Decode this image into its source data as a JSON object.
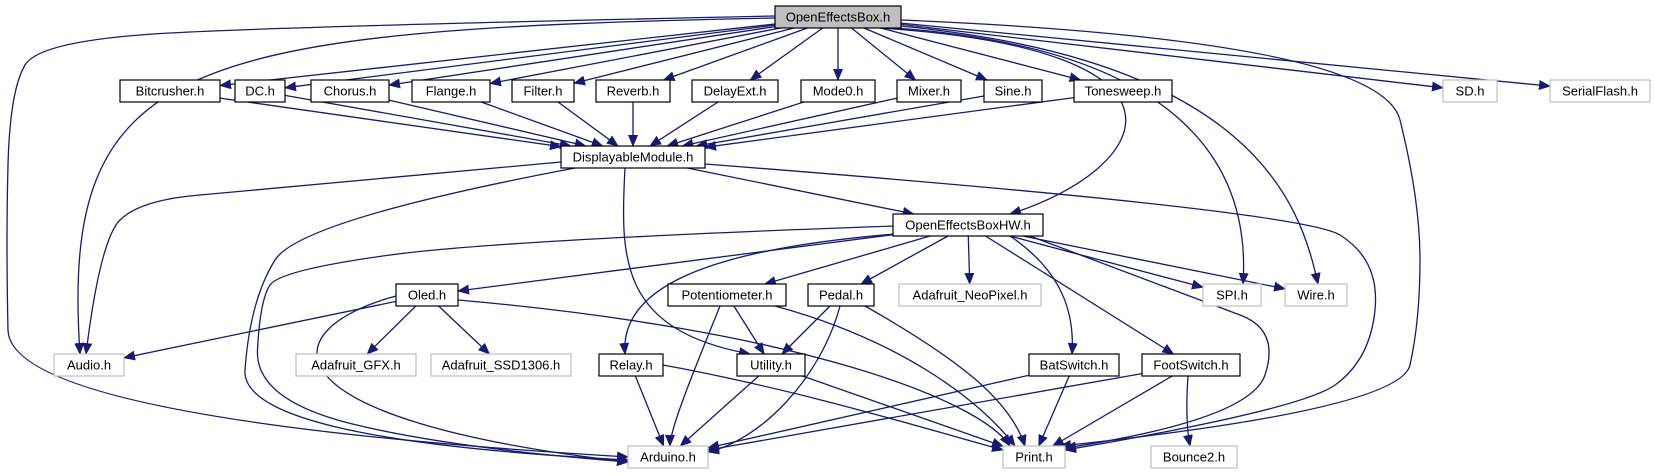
{
  "colors": {
    "edge": "#191970",
    "node_border_local": "#000000",
    "node_border_external": "#bfbfbf",
    "node_fill_root": "#bfbfbf",
    "node_fill": "#ffffff"
  },
  "nodes": [
    {
      "id": "OpenEffectsBox.h",
      "label": "OpenEffectsBox.h",
      "kind": "root"
    },
    {
      "id": "Bitcrusher.h",
      "label": "Bitcrusher.h",
      "kind": "local"
    },
    {
      "id": "DC.h",
      "label": "DC.h",
      "kind": "local"
    },
    {
      "id": "Chorus.h",
      "label": "Chorus.h",
      "kind": "local"
    },
    {
      "id": "Flange.h",
      "label": "Flange.h",
      "kind": "local"
    },
    {
      "id": "Filter.h",
      "label": "Filter.h",
      "kind": "local"
    },
    {
      "id": "Reverb.h",
      "label": "Reverb.h",
      "kind": "local"
    },
    {
      "id": "DelayExt.h",
      "label": "DelayExt.h",
      "kind": "local"
    },
    {
      "id": "Mode0.h",
      "label": "Mode0.h",
      "kind": "local"
    },
    {
      "id": "Mixer.h",
      "label": "Mixer.h",
      "kind": "local"
    },
    {
      "id": "Sine.h",
      "label": "Sine.h",
      "kind": "local"
    },
    {
      "id": "Tonesweep.h",
      "label": "Tonesweep.h",
      "kind": "local"
    },
    {
      "id": "SD.h",
      "label": "SD.h",
      "kind": "external"
    },
    {
      "id": "SerialFlash.h",
      "label": "SerialFlash.h",
      "kind": "external"
    },
    {
      "id": "DisplayableModule.h",
      "label": "DisplayableModule.h",
      "kind": "local"
    },
    {
      "id": "OpenEffectsBoxHW.h",
      "label": "OpenEffectsBoxHW.h",
      "kind": "local"
    },
    {
      "id": "Oled.h",
      "label": "Oled.h",
      "kind": "local"
    },
    {
      "id": "Potentiometer.h",
      "label": "Potentiometer.h",
      "kind": "local"
    },
    {
      "id": "Pedal.h",
      "label": "Pedal.h",
      "kind": "local"
    },
    {
      "id": "Adafruit_NeoPixel.h",
      "label": "Adafruit_NeoPixel.h",
      "kind": "external"
    },
    {
      "id": "SPI.h",
      "label": "SPI.h",
      "kind": "external"
    },
    {
      "id": "Wire.h",
      "label": "Wire.h",
      "kind": "external"
    },
    {
      "id": "Audio.h",
      "label": "Audio.h",
      "kind": "external"
    },
    {
      "id": "Adafruit_GFX.h",
      "label": "Adafruit_GFX.h",
      "kind": "external"
    },
    {
      "id": "Adafruit_SSD1306.h",
      "label": "Adafruit_SSD1306.h",
      "kind": "external"
    },
    {
      "id": "Relay.h",
      "label": "Relay.h",
      "kind": "local"
    },
    {
      "id": "Utility.h",
      "label": "Utility.h",
      "kind": "local"
    },
    {
      "id": "BatSwitch.h",
      "label": "BatSwitch.h",
      "kind": "local"
    },
    {
      "id": "FootSwitch.h",
      "label": "FootSwitch.h",
      "kind": "local"
    },
    {
      "id": "Arduino.h",
      "label": "Arduino.h",
      "kind": "external"
    },
    {
      "id": "Print.h",
      "label": "Print.h",
      "kind": "external"
    },
    {
      "id": "Bounce2.h",
      "label": "Bounce2.h",
      "kind": "external"
    }
  ],
  "edges": [
    [
      "OpenEffectsBox.h",
      "Bitcrusher.h"
    ],
    [
      "OpenEffectsBox.h",
      "DC.h"
    ],
    [
      "OpenEffectsBox.h",
      "Chorus.h"
    ],
    [
      "OpenEffectsBox.h",
      "Flange.h"
    ],
    [
      "OpenEffectsBox.h",
      "Filter.h"
    ],
    [
      "OpenEffectsBox.h",
      "Reverb.h"
    ],
    [
      "OpenEffectsBox.h",
      "DelayExt.h"
    ],
    [
      "OpenEffectsBox.h",
      "Mode0.h"
    ],
    [
      "OpenEffectsBox.h",
      "Mixer.h"
    ],
    [
      "OpenEffectsBox.h",
      "Sine.h"
    ],
    [
      "OpenEffectsBox.h",
      "Tonesweep.h"
    ],
    [
      "OpenEffectsBox.h",
      "SD.h"
    ],
    [
      "OpenEffectsBox.h",
      "SerialFlash.h"
    ],
    [
      "OpenEffectsBox.h",
      "Audio.h"
    ],
    [
      "OpenEffectsBox.h",
      "Arduino.h"
    ],
    [
      "OpenEffectsBox.h",
      "OpenEffectsBoxHW.h"
    ],
    [
      "OpenEffectsBox.h",
      "SPI.h"
    ],
    [
      "OpenEffectsBox.h",
      "Wire.h"
    ],
    [
      "OpenEffectsBox.h",
      "Print.h"
    ],
    [
      "Bitcrusher.h",
      "DisplayableModule.h"
    ],
    [
      "DC.h",
      "DisplayableModule.h"
    ],
    [
      "Chorus.h",
      "DisplayableModule.h"
    ],
    [
      "Flange.h",
      "DisplayableModule.h"
    ],
    [
      "Filter.h",
      "DisplayableModule.h"
    ],
    [
      "Reverb.h",
      "DisplayableModule.h"
    ],
    [
      "DelayExt.h",
      "DisplayableModule.h"
    ],
    [
      "Mode0.h",
      "DisplayableModule.h"
    ],
    [
      "Mixer.h",
      "DisplayableModule.h"
    ],
    [
      "Sine.h",
      "DisplayableModule.h"
    ],
    [
      "Tonesweep.h",
      "DisplayableModule.h"
    ],
    [
      "DisplayableModule.h",
      "Audio.h"
    ],
    [
      "DisplayableModule.h",
      "Arduino.h"
    ],
    [
      "DisplayableModule.h",
      "Utility.h"
    ],
    [
      "DisplayableModule.h",
      "OpenEffectsBoxHW.h"
    ],
    [
      "DisplayableModule.h",
      "Print.h"
    ],
    [
      "OpenEffectsBoxHW.h",
      "Arduino.h"
    ],
    [
      "OpenEffectsBoxHW.h",
      "Oled.h"
    ],
    [
      "OpenEffectsBoxHW.h",
      "Relay.h"
    ],
    [
      "OpenEffectsBoxHW.h",
      "Potentiometer.h"
    ],
    [
      "OpenEffectsBoxHW.h",
      "Pedal.h"
    ],
    [
      "OpenEffectsBoxHW.h",
      "Adafruit_NeoPixel.h"
    ],
    [
      "OpenEffectsBoxHW.h",
      "BatSwitch.h"
    ],
    [
      "OpenEffectsBoxHW.h",
      "FootSwitch.h"
    ],
    [
      "OpenEffectsBoxHW.h",
      "SPI.h"
    ],
    [
      "OpenEffectsBoxHW.h",
      "Wire.h"
    ],
    [
      "OpenEffectsBoxHW.h",
      "Print.h"
    ],
    [
      "Oled.h",
      "Audio.h"
    ],
    [
      "Oled.h",
      "Adafruit_GFX.h"
    ],
    [
      "Oled.h",
      "Adafruit_SSD1306.h"
    ],
    [
      "Oled.h",
      "Arduino.h"
    ],
    [
      "Oled.h",
      "Print.h"
    ],
    [
      "Potentiometer.h",
      "Utility.h"
    ],
    [
      "Potentiometer.h",
      "Arduino.h"
    ],
    [
      "Potentiometer.h",
      "Print.h"
    ],
    [
      "Pedal.h",
      "Utility.h"
    ],
    [
      "Pedal.h",
      "Arduino.h"
    ],
    [
      "Pedal.h",
      "Print.h"
    ],
    [
      "Relay.h",
      "Arduino.h"
    ],
    [
      "Relay.h",
      "Print.h"
    ],
    [
      "Utility.h",
      "Arduino.h"
    ],
    [
      "Utility.h",
      "Print.h"
    ],
    [
      "BatSwitch.h",
      "Arduino.h"
    ],
    [
      "BatSwitch.h",
      "Print.h"
    ],
    [
      "FootSwitch.h",
      "Arduino.h"
    ],
    [
      "FootSwitch.h",
      "Print.h"
    ],
    [
      "FootSwitch.h",
      "Bounce2.h"
    ]
  ]
}
